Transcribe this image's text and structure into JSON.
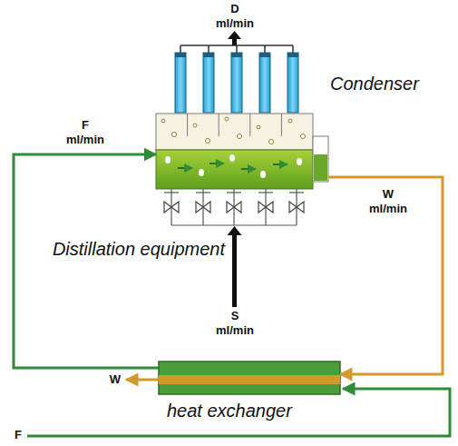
{
  "diagram": {
    "nodes": [
      {
        "text": [
          "Condenser"
        ]
      },
      {
        "text": [
          "Distillation equipment"
        ]
      },
      {
        "text": [
          "heat exchanger"
        ]
      }
    ],
    "edges": [
      {
        "from": 1,
        "to": 2,
        "arrow": "to",
        "label": "W ml/min"
      },
      {
        "from": 2,
        "to": 1,
        "arrow": "to",
        "label": "F ml/min"
      }
    ],
    "labels": [
      "D ml/min",
      "S ml/min",
      "W",
      "F"
    ]
  }
}
